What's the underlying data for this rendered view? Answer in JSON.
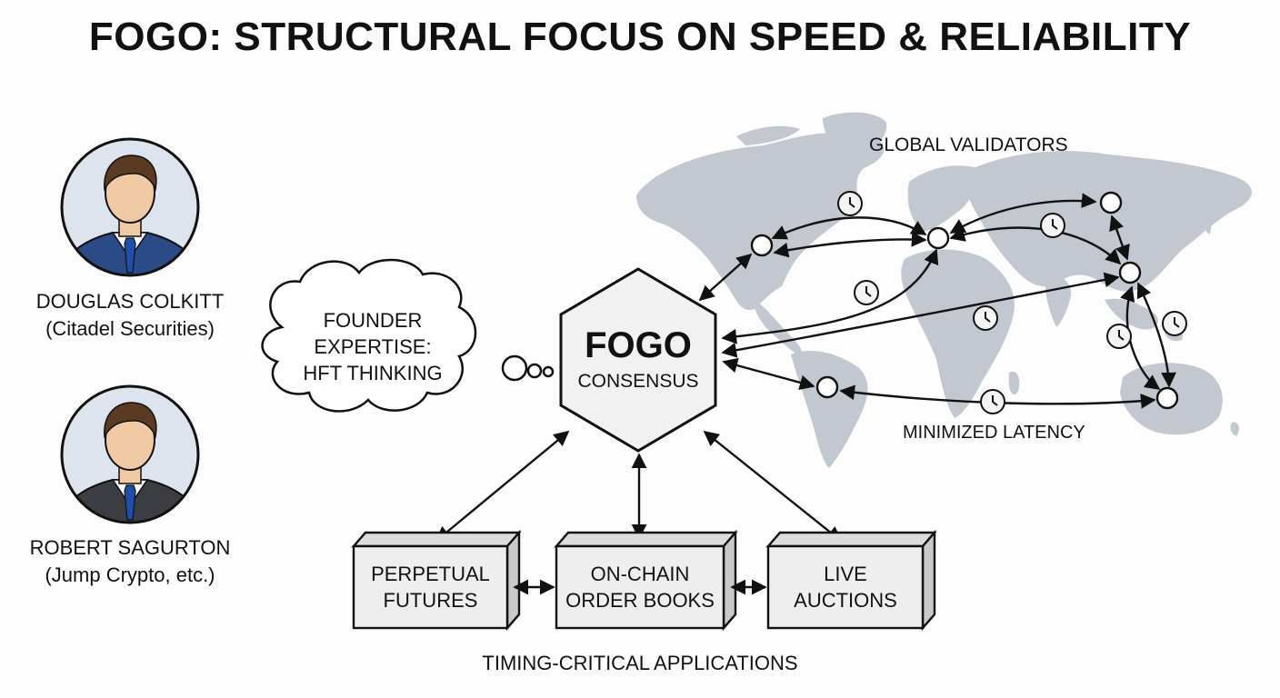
{
  "title": "FOGO: STRUCTURAL FOCUS ON SPEED & RELIABILITY",
  "founders": [
    {
      "name": "DOUGLAS COLKITT",
      "affiliation": "(Citadel Securities)"
    },
    {
      "name": "ROBERT SAGURTON",
      "affiliation": "(Jump Crypto, etc.)"
    }
  ],
  "thought": {
    "line1": "FOUNDER",
    "line2": "EXPERTISE:",
    "line3": "HFT THINKING"
  },
  "core": {
    "title": "FOGO",
    "subtitle": "CONSENSUS"
  },
  "map": {
    "top_label": "GLOBAL VALIDATORS",
    "bottom_label": "MINIMIZED LATENCY"
  },
  "applications": {
    "boxes": [
      {
        "line1": "PERPETUAL",
        "line2": "FUTURES"
      },
      {
        "line1": "ON-CHAIN",
        "line2": "ORDER BOOKS"
      },
      {
        "line1": "LIVE",
        "line2": "AUCTIONS"
      }
    ],
    "caption": "TIMING-CRITICAL APPLICATIONS"
  },
  "icons": [
    "person-avatar-icon",
    "thought-cloud",
    "hexagon",
    "world-map",
    "validator-node-icon",
    "clock-icon"
  ],
  "colors": {
    "map": "#c3c8d0",
    "suit_navy": "#2b4b86",
    "suit_charcoal": "#3c3d42",
    "tie": "#1f4fa8",
    "box_face": "#eeeeee",
    "box_side": "#c9c9c9",
    "avatar_bg": "#dde4ee"
  }
}
